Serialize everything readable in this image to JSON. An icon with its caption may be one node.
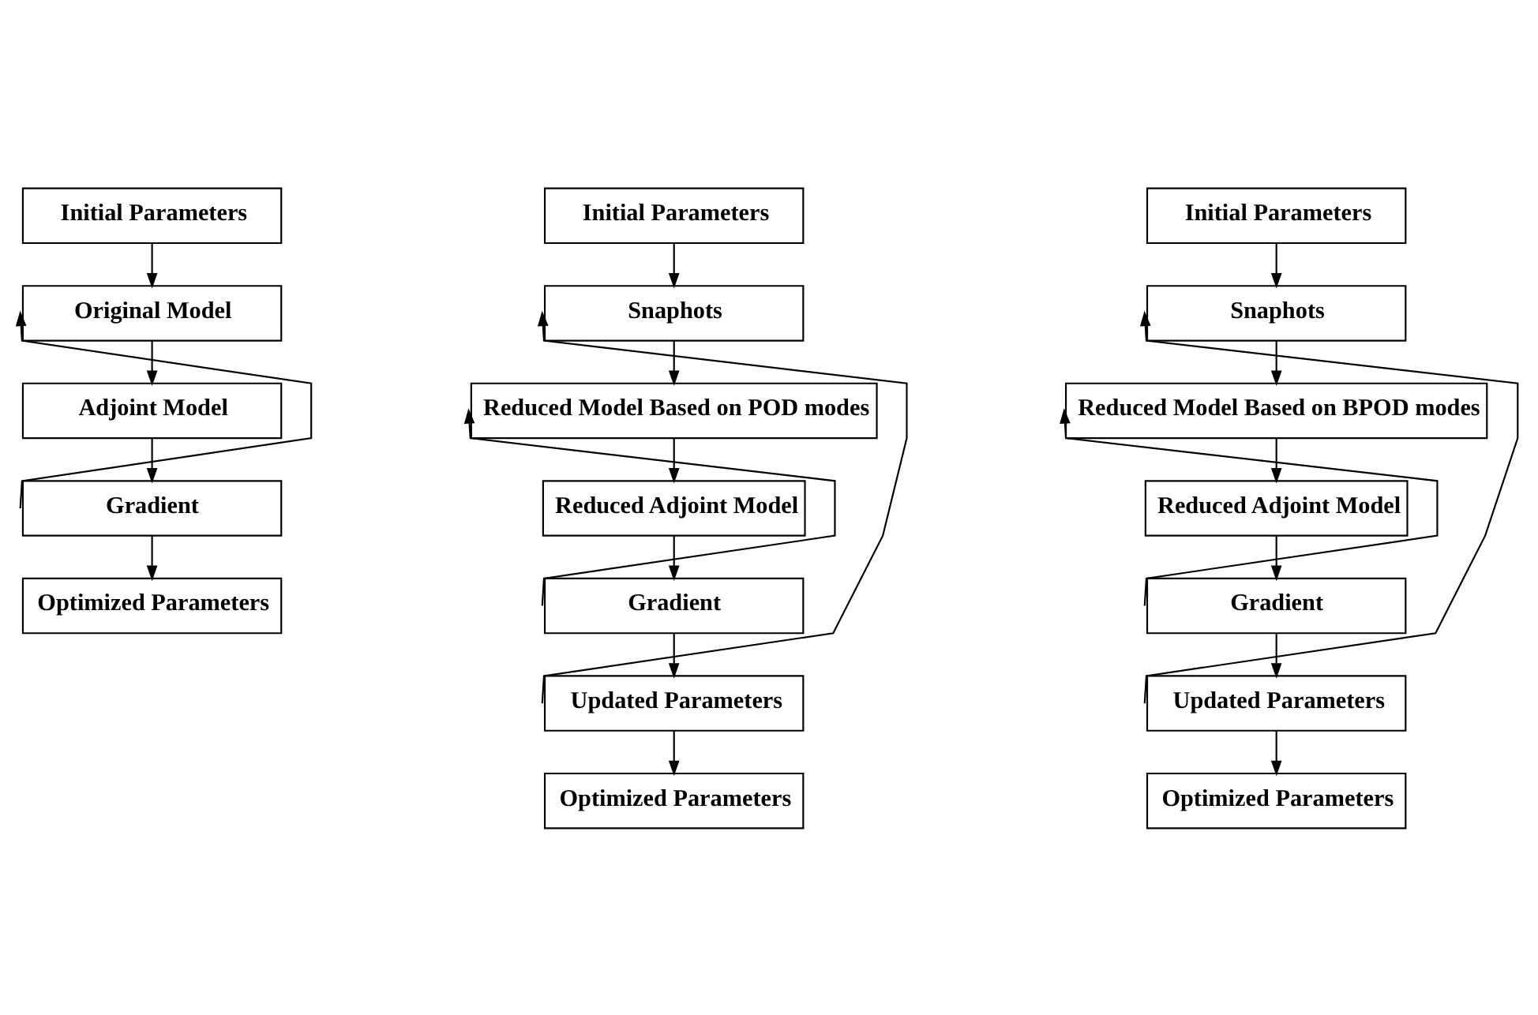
{
  "diagram": {
    "nodes": [
      {
        "text": [
          "Initial Parameters"
        ]
      },
      {
        "text": [
          "Original Model"
        ]
      },
      {
        "text": [
          "Adjoint Model"
        ]
      },
      {
        "text": [
          "Gradient"
        ]
      },
      {
        "text": [
          "Optimized Parameters"
        ]
      },
      {
        "text": [
          "Initial Parameters"
        ]
      },
      {
        "text": [
          "Snaphots"
        ]
      },
      {
        "text": [
          "Reduced Model Based on POD modes"
        ]
      },
      {
        "text": [
          "Reduced Adjoint Model"
        ]
      },
      {
        "text": [
          "Gradient"
        ]
      },
      {
        "text": [
          "Updated Parameters"
        ]
      },
      {
        "text": [
          "Optimized Parameters"
        ]
      },
      {
        "text": [
          "Initial Parameters"
        ]
      },
      {
        "text": [
          "Snaphots"
        ]
      },
      {
        "text": [
          "Reduced Model Based on BPOD modes"
        ]
      },
      {
        "text": [
          "Reduced Adjoint Model"
        ]
      },
      {
        "text": [
          "Gradient"
        ]
      },
      {
        "text": [
          "Updated Parameters"
        ]
      },
      {
        "text": [
          "Optimized Parameters"
        ]
      }
    ],
    "edges": [
      {
        "from": 0,
        "to": 1,
        "arrow": "to"
      },
      {
        "from": 1,
        "to": 2,
        "arrow": "to"
      },
      {
        "from": 2,
        "to": 3,
        "arrow": "to"
      },
      {
        "from": 3,
        "to": 4,
        "arrow": "to"
      },
      {
        "from": 3,
        "to": 1,
        "arrow": "to"
      },
      {
        "from": 5,
        "to": 6,
        "arrow": "to"
      },
      {
        "from": 6,
        "to": 7,
        "arrow": "to"
      },
      {
        "from": 7,
        "to": 8,
        "arrow": "to"
      },
      {
        "from": 8,
        "to": 9,
        "arrow": "to"
      },
      {
        "from": 9,
        "to": 10,
        "arrow": "to"
      },
      {
        "from": 9,
        "to": 7,
        "arrow": "to"
      },
      {
        "from": 10,
        "to": 6,
        "arrow": "to"
      },
      {
        "from": 10,
        "to": 11,
        "arrow": "to"
      },
      {
        "from": 12,
        "to": 13,
        "arrow": "to"
      },
      {
        "from": 13,
        "to": 14,
        "arrow": "to"
      },
      {
        "from": 14,
        "to": 15,
        "arrow": "to"
      },
      {
        "from": 15,
        "to": 16,
        "arrow": "to"
      },
      {
        "from": 16,
        "to": 17,
        "arrow": "to"
      },
      {
        "from": 16,
        "to": 14,
        "arrow": "to"
      },
      {
        "from": 17,
        "to": 13,
        "arrow": "to"
      },
      {
        "from": 17,
        "to": 18,
        "arrow": "to"
      }
    ]
  }
}
